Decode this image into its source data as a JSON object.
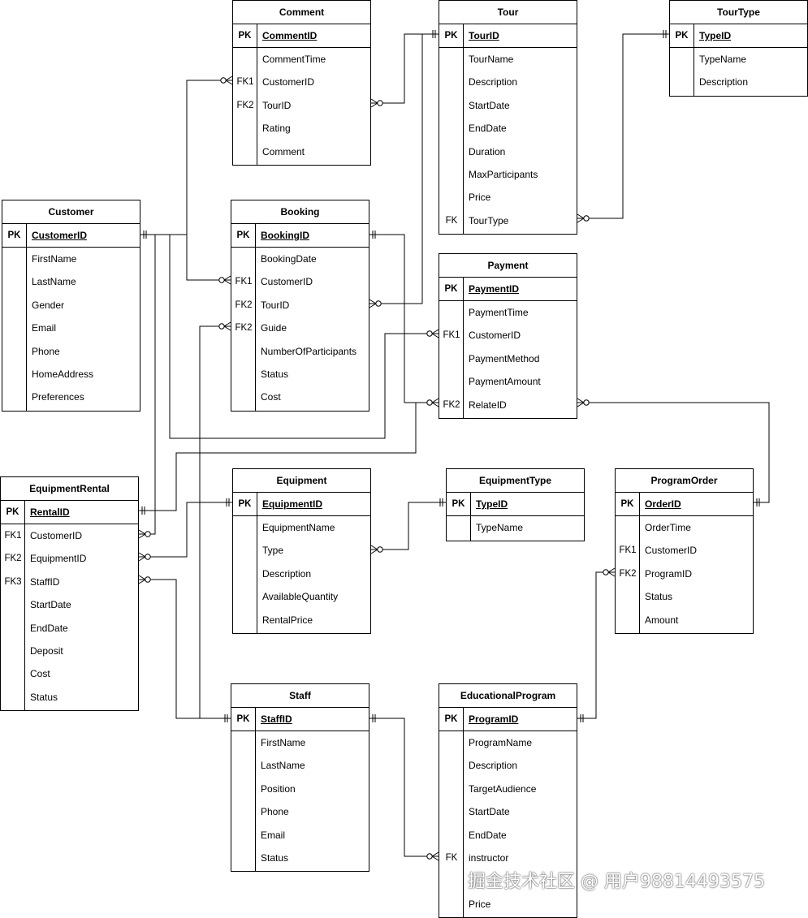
{
  "entities": {
    "comment": {
      "title": "Comment",
      "pk": {
        "key": "PK",
        "name": "CommentID"
      },
      "rows": [
        {
          "key": "",
          "name": "CommentTime"
        },
        {
          "key": "FK1",
          "name": "CustomerID"
        },
        {
          "key": "FK2",
          "name": "TourID"
        },
        {
          "key": "",
          "name": "Rating"
        },
        {
          "key": "",
          "name": "Comment"
        }
      ]
    },
    "tour": {
      "title": "Tour",
      "pk": {
        "key": "PK",
        "name": "TourID"
      },
      "rows": [
        {
          "key": "",
          "name": "TourName"
        },
        {
          "key": "",
          "name": "Description"
        },
        {
          "key": "",
          "name": "StartDate"
        },
        {
          "key": "",
          "name": "EndDate"
        },
        {
          "key": "",
          "name": "Duration"
        },
        {
          "key": "",
          "name": "MaxParticipants"
        },
        {
          "key": "",
          "name": "Price"
        },
        {
          "key": "FK",
          "name": "TourType"
        }
      ]
    },
    "tourtype": {
      "title": "TourType",
      "pk": {
        "key": "PK",
        "name": "TypeID"
      },
      "rows": [
        {
          "key": "",
          "name": "TypeName"
        },
        {
          "key": "",
          "name": "Description"
        }
      ]
    },
    "customer": {
      "title": "Customer",
      "pk": {
        "key": "PK",
        "name": "CustomerID"
      },
      "rows": [
        {
          "key": "",
          "name": "FirstName"
        },
        {
          "key": "",
          "name": "LastName"
        },
        {
          "key": "",
          "name": "Gender"
        },
        {
          "key": "",
          "name": "Email"
        },
        {
          "key": "",
          "name": "Phone"
        },
        {
          "key": "",
          "name": "HomeAddress"
        },
        {
          "key": "",
          "name": "Preferences"
        }
      ]
    },
    "booking": {
      "title": "Booking",
      "pk": {
        "key": "PK",
        "name": "BookingID"
      },
      "rows": [
        {
          "key": "",
          "name": "BookingDate"
        },
        {
          "key": "FK1",
          "name": "CustomerID"
        },
        {
          "key": "FK2",
          "name": "TourID"
        },
        {
          "key": "FK2",
          "name": "Guide"
        },
        {
          "key": "",
          "name": "NumberOfParticipants"
        },
        {
          "key": "",
          "name": "Status"
        },
        {
          "key": "",
          "name": "Cost"
        }
      ]
    },
    "payment": {
      "title": "Payment",
      "pk": {
        "key": "PK",
        "name": "PaymentID"
      },
      "rows": [
        {
          "key": "",
          "name": "PaymentTime"
        },
        {
          "key": "FK1",
          "name": "CustomerID"
        },
        {
          "key": "",
          "name": "PaymentMethod"
        },
        {
          "key": "",
          "name": "PaymentAmount"
        },
        {
          "key": "FK2",
          "name": "RelateID"
        }
      ]
    },
    "equipmentrental": {
      "title": "EquipmentRental",
      "pk": {
        "key": "PK",
        "name": "RentalID"
      },
      "rows": [
        {
          "key": "FK1",
          "name": "CustomerID"
        },
        {
          "key": "FK2",
          "name": "EquipmentID"
        },
        {
          "key": "FK3",
          "name": "StaffID"
        },
        {
          "key": "",
          "name": "StartDate"
        },
        {
          "key": "",
          "name": "EndDate"
        },
        {
          "key": "",
          "name": "Deposit"
        },
        {
          "key": "",
          "name": "Cost"
        },
        {
          "key": "",
          "name": "Status"
        }
      ]
    },
    "equipment": {
      "title": "Equipment",
      "pk": {
        "key": "PK",
        "name": "EquipmentID"
      },
      "rows": [
        {
          "key": "",
          "name": "EquipmentName"
        },
        {
          "key": "",
          "name": "Type"
        },
        {
          "key": "",
          "name": "Description"
        },
        {
          "key": "",
          "name": "AvailableQuantity"
        },
        {
          "key": "",
          "name": "RentalPrice"
        }
      ]
    },
    "equipmenttype": {
      "title": "EquipmentType",
      "pk": {
        "key": "PK",
        "name": "TypeID"
      },
      "rows": [
        {
          "key": "",
          "name": "TypeName"
        }
      ]
    },
    "programorder": {
      "title": "ProgramOrder",
      "pk": {
        "key": "PK",
        "name": "OrderID"
      },
      "rows": [
        {
          "key": "",
          "name": "OrderTime"
        },
        {
          "key": "FK1",
          "name": "CustomerID"
        },
        {
          "key": "FK2",
          "name": "ProgramID"
        },
        {
          "key": "",
          "name": "Status"
        },
        {
          "key": "",
          "name": "Amount"
        }
      ]
    },
    "staff": {
      "title": "Staff",
      "pk": {
        "key": "PK",
        "name": "StaffID"
      },
      "rows": [
        {
          "key": "",
          "name": "FirstName"
        },
        {
          "key": "",
          "name": "LastName"
        },
        {
          "key": "",
          "name": "Position"
        },
        {
          "key": "",
          "name": "Phone"
        },
        {
          "key": "",
          "name": "Email"
        },
        {
          "key": "",
          "name": "Status"
        }
      ]
    },
    "educationalprogram": {
      "title": "EducationalProgram",
      "pk": {
        "key": "PK",
        "name": "ProgramID"
      },
      "rows": [
        {
          "key": "",
          "name": "ProgramName"
        },
        {
          "key": "",
          "name": "Description"
        },
        {
          "key": "",
          "name": "TargetAudience"
        },
        {
          "key": "",
          "name": "StartDate"
        },
        {
          "key": "",
          "name": "EndDate"
        },
        {
          "key": "FK",
          "name": "instructor"
        },
        {
          "key": "",
          "name": ""
        },
        {
          "key": "",
          "name": "Price"
        }
      ]
    }
  },
  "watermark": "掘金技术社区 @ 用户98814493575"
}
